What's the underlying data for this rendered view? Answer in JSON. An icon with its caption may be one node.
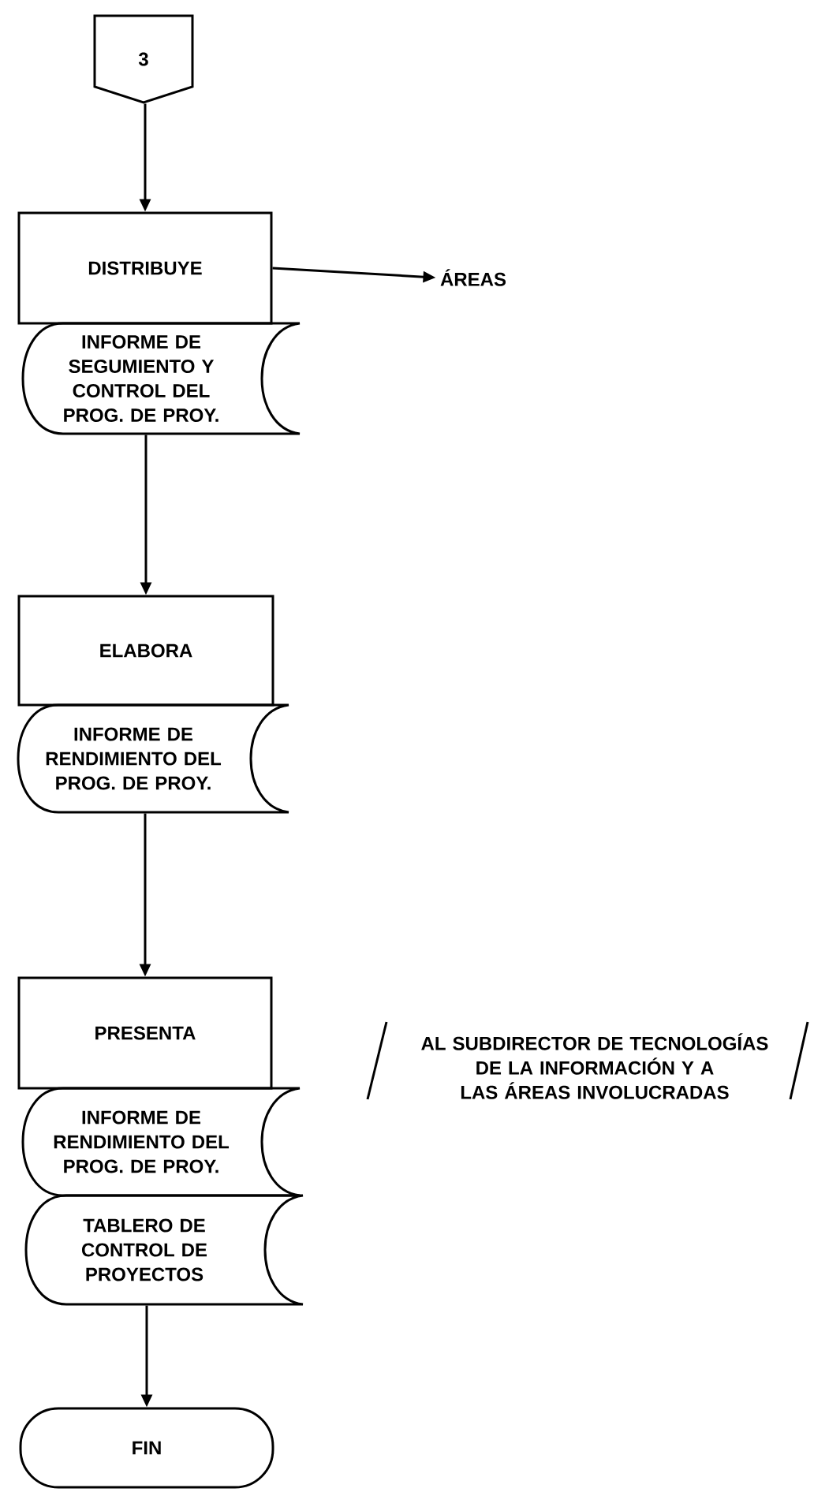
{
  "diagram": {
    "nodes": [
      {
        "text": [
          "3"
        ]
      },
      {
        "text": [
          "DISTRIBUYE"
        ]
      },
      {
        "text": [
          "ÁREAS"
        ]
      },
      {
        "text": [
          "INFORME DE SEGUMIENTO Y CONTROL DEL PROG. DE PROY."
        ]
      },
      {
        "text": [
          "ELABORA"
        ]
      },
      {
        "text": [
          "INFORME DE RENDIMIENTO DEL PROG. DE PROY."
        ]
      },
      {
        "text": [
          "PRESENTA"
        ]
      },
      {
        "text": [
          "INFORME DE RENDIMIENTO DEL PROG. DE PROY."
        ]
      },
      {
        "text": [
          "TABLERO DE CONTROL DE PROYECTOS"
        ]
      },
      {
        "text": [
          "FIN"
        ]
      }
    ],
    "edges": [
      {
        "from": 0,
        "to": 1,
        "arrow": "to"
      },
      {
        "from": 1,
        "to": 2,
        "arrow": "to"
      },
      {
        "from": 3,
        "to": 4,
        "arrow": "to"
      },
      {
        "from": 5,
        "to": 6,
        "arrow": "to"
      },
      {
        "from": 8,
        "to": 9,
        "arrow": "to"
      }
    ],
    "labels": [
      "AL SUBDIRECTOR DE TECNOLOGÍAS DE LA INFORMACIÓN Y A LAS ÁREAS INVOLUCRADAS"
    ]
  }
}
